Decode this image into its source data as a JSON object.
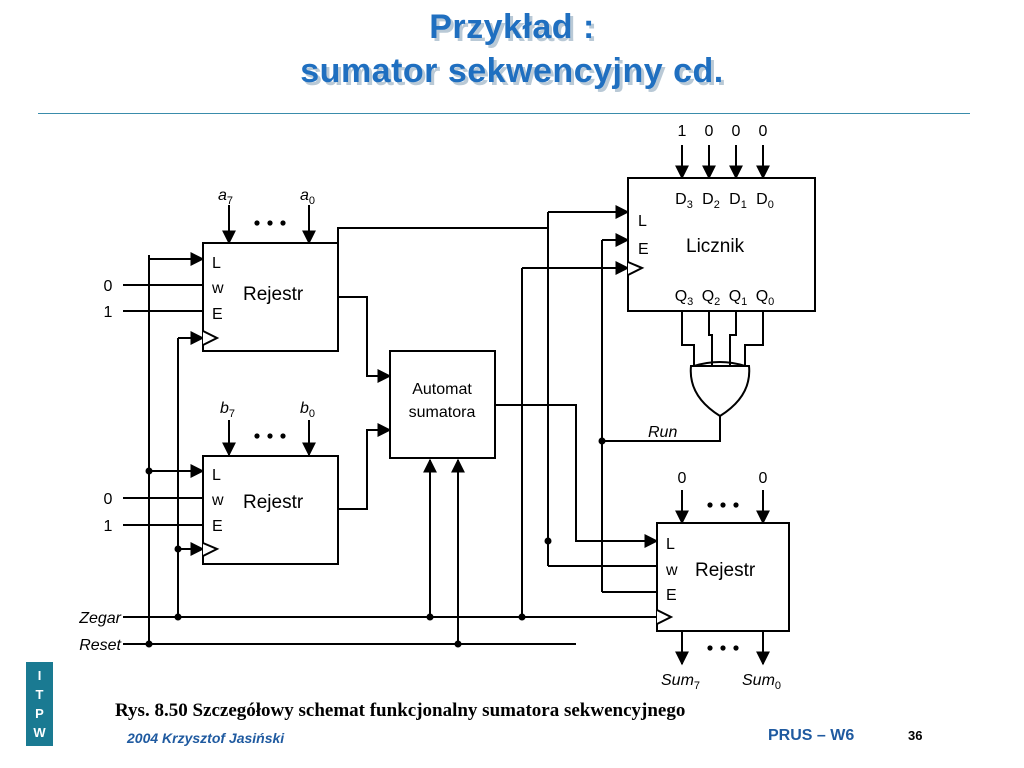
{
  "slide": {
    "title_line1": "Przykład :",
    "title_line2": "sumator sekwencyjny cd.",
    "caption": "Rys. 8.50 Szczegółowy schemat funkcjonalny sumatora sekwencyjnego",
    "footer_left": "2004 Krzysztof Jasiński",
    "footer_right": "PRUS – W6",
    "page_number": "36",
    "logo_letters": [
      "I",
      "T",
      "P",
      "W"
    ],
    "colors": {
      "title": "#1f6fc0",
      "title_shadow": "#b9c9d6",
      "logo_bg": "#1a7a92",
      "footer": "#1f5aa0",
      "rule": "#3a8cab"
    }
  },
  "diagram": {
    "register_label": "Rejestr",
    "counter_label": "Licznik",
    "automat_line1": "Automat",
    "automat_line2": "sumatora",
    "port_L": "L",
    "port_w": "w",
    "port_E": "E",
    "counter_inputs": [
      "1",
      "0",
      "0",
      "0"
    ],
    "counter_D": [
      {
        "p": "D",
        "s": "3"
      },
      {
        "p": "D",
        "s": "2"
      },
      {
        "p": "D",
        "s": "1"
      },
      {
        "p": "D",
        "s": "0"
      }
    ],
    "counter_Q": [
      {
        "p": "Q",
        "s": "3"
      },
      {
        "p": "Q",
        "s": "2"
      },
      {
        "p": "Q",
        "s": "1"
      },
      {
        "p": "Q",
        "s": "0"
      }
    ],
    "reg_a_inputs": [
      {
        "p": "a",
        "s": "7"
      },
      {
        "p": "a",
        "s": "0"
      }
    ],
    "reg_b_inputs": [
      {
        "p": "b",
        "s": "7"
      },
      {
        "p": "b",
        "s": "0"
      }
    ],
    "reg_sum_inputs": [
      "0",
      "0"
    ],
    "sum_outputs": [
      {
        "p": "Sum",
        "s": "7"
      },
      {
        "p": "Sum",
        "s": "0"
      }
    ],
    "side_inputs_a": [
      "0",
      "1"
    ],
    "side_inputs_b": [
      "0",
      "1"
    ],
    "run_label": "Run",
    "zegar_label": "Zegar",
    "reset_label": "Reset"
  }
}
